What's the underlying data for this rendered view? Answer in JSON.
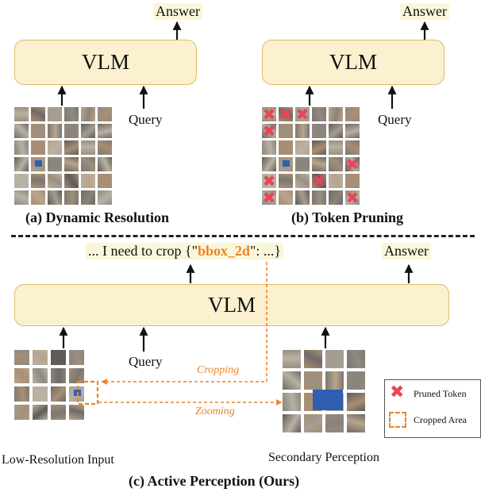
{
  "panel_a": {
    "vlm_label": "VLM",
    "answer_label": "Answer",
    "query_label": "Query",
    "caption": "(a) Dynamic Resolution"
  },
  "panel_b": {
    "vlm_label": "VLM",
    "answer_label": "Answer",
    "query_label": "Query",
    "caption": "(b) Token Pruning",
    "pruned_cells": [
      [
        0,
        0
      ],
      [
        0,
        1
      ],
      [
        0,
        2
      ],
      [
        1,
        0
      ],
      [
        3,
        5
      ],
      [
        4,
        0
      ],
      [
        4,
        3
      ],
      [
        5,
        0
      ],
      [
        5,
        5
      ]
    ]
  },
  "panel_c": {
    "vlm_label": "VLM",
    "answer_label": "Answer",
    "query_label": "Query",
    "thought_prefix": "... I need to crop {\"",
    "thought_key": "bbox_2d",
    "thought_suffix": "\": ...}",
    "cropping_label": "Cropping",
    "zooming_label": "Zooming",
    "input_label": "Low-Resolution Input",
    "secondary_label": "Secondary Perception",
    "caption": "(c) Active Perception  (Ours)"
  },
  "legend": {
    "pruned_label": "Pruned Token",
    "cropped_label": "Cropped Area"
  },
  "colors": {
    "vlm_fill": "#fbf0cf",
    "vlm_border": "#d9bd6a",
    "pruned_mark": "#e8455a",
    "accent_orange": "#e9852a"
  }
}
